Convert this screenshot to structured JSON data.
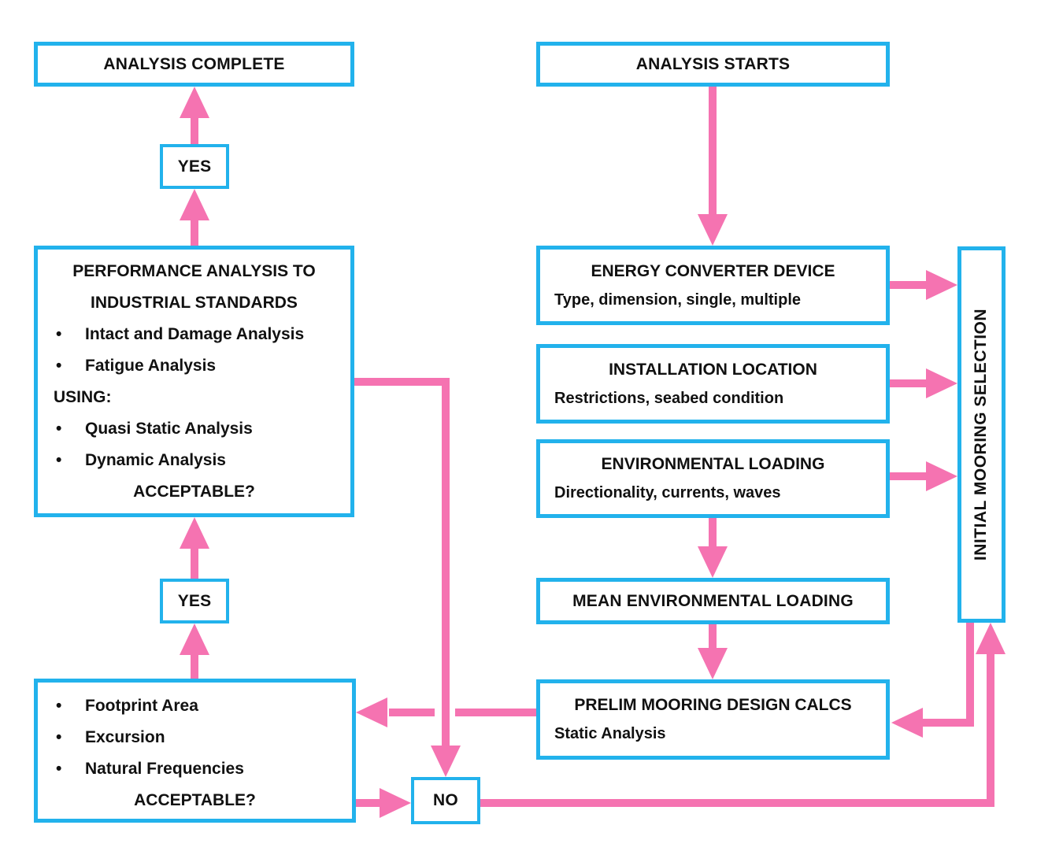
{
  "ui": {
    "bullet": "•"
  },
  "colors": {
    "box_border": "#22b2ec",
    "arrow": "#f573b1",
    "text": "#111111",
    "background": "#ffffff"
  },
  "nodes": {
    "analysis_complete": {
      "label": "ANALYSIS COMPLETE"
    },
    "analysis_starts": {
      "label": "ANALYSIS STARTS"
    },
    "yes_top": {
      "label": "YES"
    },
    "yes_mid": {
      "label": "YES"
    },
    "no": {
      "label": "NO"
    },
    "performance": {
      "title_line1": "PERFORMANCE ANALYSIS TO",
      "title_line2": "INDUSTRIAL STANDARDS",
      "bullets1": [
        "Intact and Damage Analysis",
        "Fatigue Analysis"
      ],
      "using_label": "USING:",
      "bullets2": [
        "Quasi Static Analysis",
        "Dynamic Analysis"
      ],
      "question": "ACCEPTABLE?"
    },
    "criteria": {
      "bullets": [
        "Footprint Area",
        "Excursion",
        "Natural Frequencies"
      ],
      "question": "ACCEPTABLE?"
    },
    "energy_converter": {
      "title": "ENERGY CONVERTER DEVICE",
      "subtitle": "Type, dimension, single, multiple"
    },
    "installation_location": {
      "title": "INSTALLATION LOCATION",
      "subtitle": "Restrictions, seabed condition"
    },
    "environmental_loading": {
      "title": "ENVIRONMENTAL LOADING",
      "subtitle": "Directionality, currents, waves"
    },
    "mean_environmental_loading": {
      "title": "MEAN ENVIRONMENTAL LOADING"
    },
    "prelim_mooring": {
      "title": "PRELIM MOORING DESIGN CALCS",
      "subtitle": "Static Analysis"
    },
    "initial_mooring_selection": {
      "label": "INITIAL MOORING SELECTION"
    }
  }
}
